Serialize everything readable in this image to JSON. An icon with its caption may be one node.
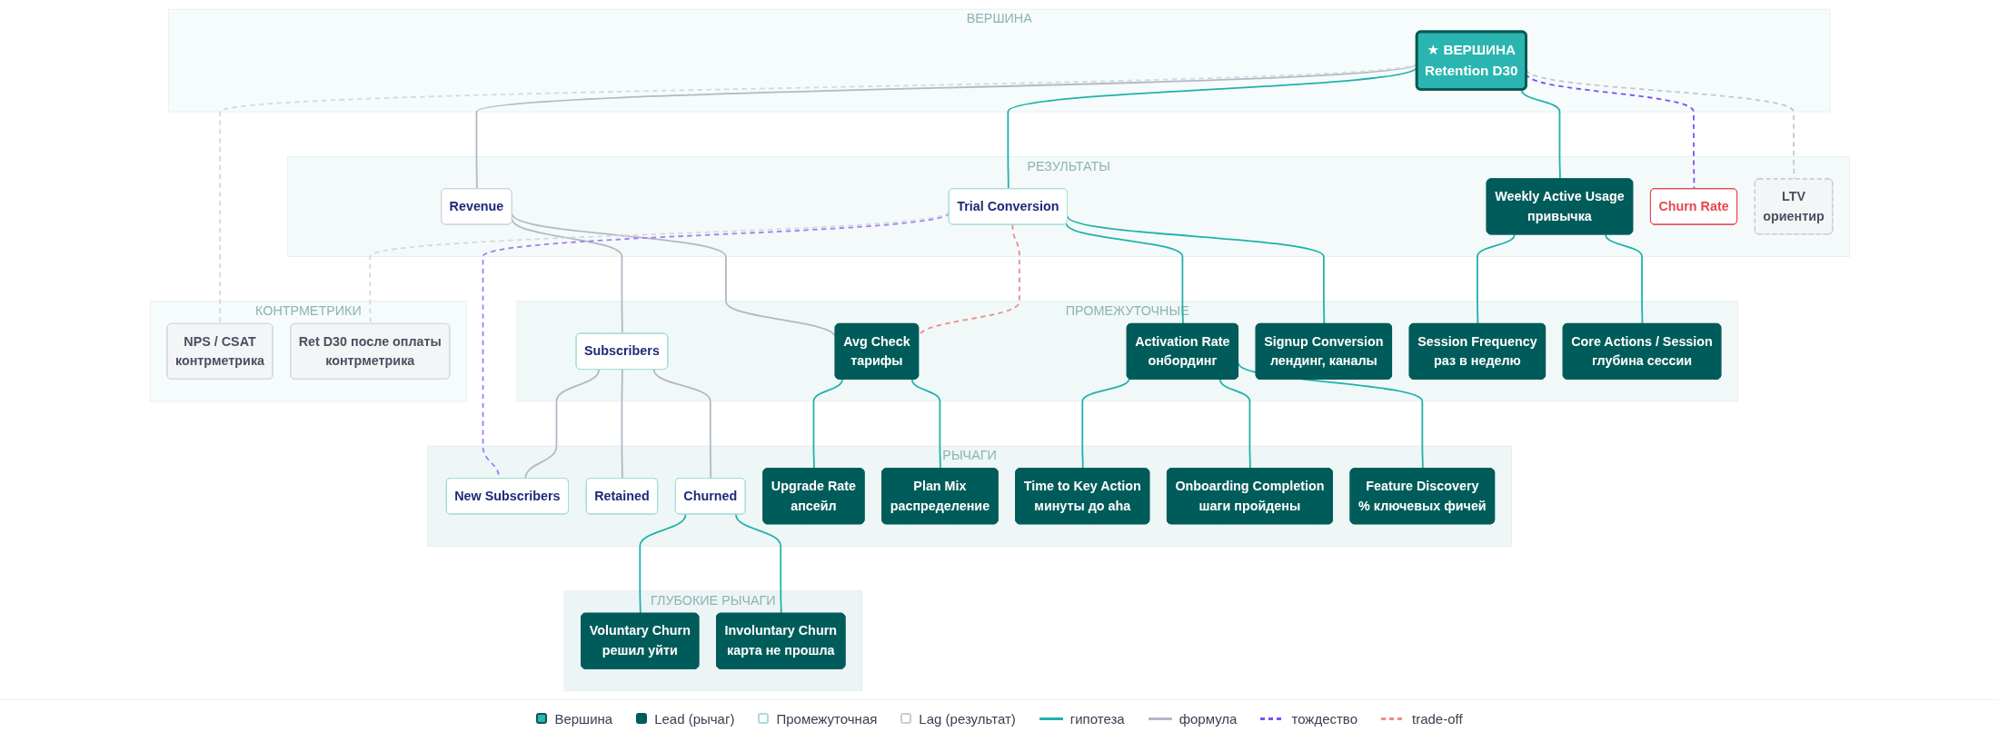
{
  "diagram": {
    "nodes": [
      {
        "text": [
          "ВЕРШИНА"
        ]
      },
      {
        "text": [
          "★ ВЕРШИНА",
          "Retention D30"
        ],
        "in": 0
      },
      {
        "text": [
          "РЕЗУЛЬТАТЫ"
        ]
      },
      {
        "text": [
          "Revenue"
        ],
        "in": 2
      },
      {
        "text": [
          "Trial Conversion"
        ],
        "in": 2
      },
      {
        "text": [
          "Weekly Active Usage",
          "привычка"
        ],
        "in": 2
      },
      {
        "text": [
          "Churn Rate"
        ],
        "in": 2
      },
      {
        "text": [
          "LTV",
          "ориентир"
        ],
        "in": 2
      },
      {
        "text": [
          "ПРОМЕЖУТОЧНЫЕ"
        ]
      },
      {
        "text": [
          "Subscribers"
        ],
        "in": 8
      },
      {
        "text": [
          "Avg Check",
          "тарифы"
        ],
        "in": 8
      },
      {
        "text": [
          "Activation Rate",
          "онбординг"
        ],
        "in": 8
      },
      {
        "text": [
          "Signup Conversion",
          "лендинг, каналы"
        ],
        "in": 8
      },
      {
        "text": [
          "Session Frequency",
          "раз в неделю"
        ],
        "in": 8
      },
      {
        "text": [
          "Core Actions / Session",
          "глубина сессии"
        ],
        "in": 8
      },
      {
        "text": [
          "РЫЧАГИ"
        ]
      },
      {
        "text": [
          "New Subscribers"
        ],
        "in": 15
      },
      {
        "text": [
          "Retained"
        ],
        "in": 15
      },
      {
        "text": [
          "Churned"
        ],
        "in": 15
      },
      {
        "text": [
          "Upgrade Rate",
          "апсейл"
        ],
        "in": 15
      },
      {
        "text": [
          "Plan Mix",
          "распределение"
        ],
        "in": 15
      },
      {
        "text": [
          "Time to Key Action",
          "минуты до aha"
        ],
        "in": 15
      },
      {
        "text": [
          "Onboarding Completion",
          "шаги пройдены"
        ],
        "in": 15
      },
      {
        "text": [
          "Feature Discovery",
          "% ключевых фичей"
        ],
        "in": 15
      },
      {
        "text": [
          "ГЛУБОКИЕ РЫЧАГИ"
        ]
      },
      {
        "text": [
          "Voluntary Churn",
          "решил уйти"
        ],
        "in": 24
      },
      {
        "text": [
          "Involuntary Churn",
          "карта не прошла"
        ],
        "in": 24
      },
      {
        "text": [
          "КОНТРМЕТРИКИ"
        ]
      },
      {
        "text": [
          "NPS / CSAT",
          "контрметрика"
        ],
        "in": 27
      },
      {
        "text": [
          "Ret D30 после оплаты",
          "контрметрика"
        ],
        "in": 27
      }
    ],
    "edges": [
      {
        "from": 1,
        "to": 3,
        "arrow": "none",
        "color": "#b4b8c5"
      },
      {
        "from": 1,
        "to": 4,
        "arrow": "none"
      },
      {
        "from": 1,
        "to": 5,
        "arrow": "none"
      },
      {
        "from": 1,
        "to": 6,
        "arrow": "none",
        "style": "dashed",
        "color": "#7c4dff"
      },
      {
        "from": 1,
        "to": 7,
        "arrow": "none",
        "style": "dashed",
        "color": "#c4c8ce"
      },
      {
        "from": 1,
        "to": 28,
        "arrow": "none",
        "style": "dashed",
        "color": "#d5d9de"
      },
      {
        "from": 3,
        "to": 9,
        "arrow": "none",
        "color": "#b4b8c5"
      },
      {
        "from": 3,
        "to": 10,
        "arrow": "none",
        "color": "#b4b8c5"
      },
      {
        "from": 4,
        "to": 10,
        "arrow": "none",
        "style": "dashed",
        "color": "#f08a8a"
      },
      {
        "from": 4,
        "to": 11,
        "arrow": "none"
      },
      {
        "from": 4,
        "to": 12,
        "arrow": "none"
      },
      {
        "from": 4,
        "to": 16,
        "arrow": "none",
        "style": "dashed",
        "color": "#a37cf5"
      },
      {
        "from": 4,
        "to": 29,
        "arrow": "none",
        "style": "dashed",
        "color": "#d5d9de"
      },
      {
        "from": 5,
        "to": 13,
        "arrow": "none"
      },
      {
        "from": 5,
        "to": 14,
        "arrow": "none"
      },
      {
        "from": 9,
        "to": 16,
        "arrow": "none",
        "color": "#b4b8c5"
      },
      {
        "from": 9,
        "to": 17,
        "arrow": "none",
        "color": "#b4b8c5"
      },
      {
        "from": 9,
        "to": 18,
        "arrow": "none",
        "color": "#b4b8c5"
      },
      {
        "from": 10,
        "to": 19,
        "arrow": "none"
      },
      {
        "from": 10,
        "to": 20,
        "arrow": "none"
      },
      {
        "from": 11,
        "to": 21,
        "arrow": "none"
      },
      {
        "from": 11,
        "to": 22,
        "arrow": "none"
      },
      {
        "from": 11,
        "to": 23,
        "arrow": "none"
      },
      {
        "from": 18,
        "to": 25,
        "arrow": "none"
      },
      {
        "from": 18,
        "to": 26,
        "arrow": "none"
      }
    ],
    "legend": [
      {
        "text": "Вершина",
        "color": "#2bb5b0"
      },
      {
        "text": "Lead (рычаг)",
        "color": "#005c5a"
      },
      {
        "text": "Промежуточная",
        "color": "#a9dcdc"
      },
      {
        "text": "Lag (результат)",
        "color": "#c9ccd3"
      },
      {
        "text": "гипотеза"
      },
      {
        "text": "формула"
      },
      {
        "text": "тождество"
      },
      {
        "text": "trade-off"
      }
    ]
  }
}
